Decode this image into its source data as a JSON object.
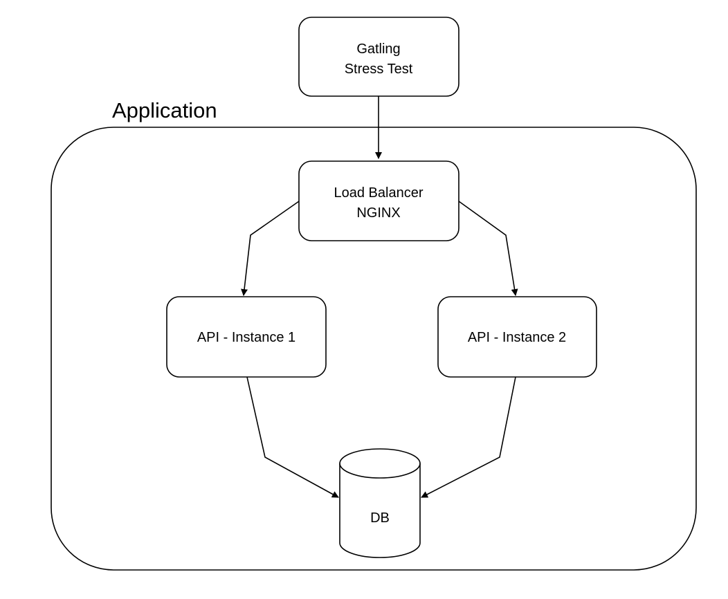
{
  "container": {
    "title": "Application"
  },
  "nodes": {
    "gatling": {
      "line1": "Gatling",
      "line2": "Stress Test"
    },
    "load_balancer": {
      "line1": "Load Balancer",
      "line2": "NGINX"
    },
    "api1": {
      "label": "API - Instance 1"
    },
    "api2": {
      "label": "API - Instance 2"
    },
    "db": {
      "label": "DB"
    }
  },
  "edges": [
    {
      "from": "Gatling Stress Test",
      "to": "Load Balancer NGINX"
    },
    {
      "from": "Load Balancer NGINX",
      "to": "API - Instance 1"
    },
    {
      "from": "Load Balancer NGINX",
      "to": "API - Instance 2"
    },
    {
      "from": "API - Instance 1",
      "to": "DB"
    },
    {
      "from": "API - Instance 2",
      "to": "DB"
    }
  ],
  "colors": {
    "stroke": "#000000",
    "fill": "#ffffff",
    "text": "#000000"
  }
}
